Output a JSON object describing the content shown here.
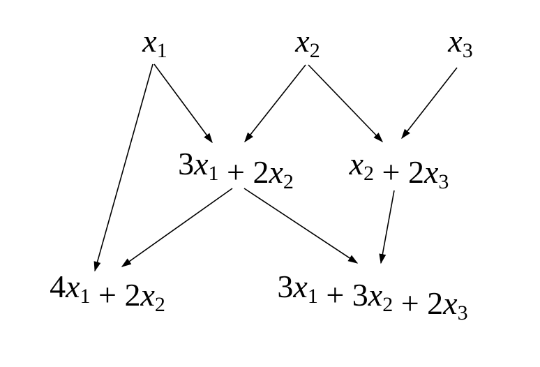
{
  "nodes": [
    {
      "id": "x1",
      "terms": [
        {
          "coef": "",
          "var": "x",
          "sub": "1"
        }
      ]
    },
    {
      "id": "x2",
      "terms": [
        {
          "coef": "",
          "var": "x",
          "sub": "2"
        }
      ]
    },
    {
      "id": "x3",
      "terms": [
        {
          "coef": "",
          "var": "x",
          "sub": "3"
        }
      ]
    },
    {
      "id": "n_3x1_2x2",
      "terms": [
        {
          "coef": "3",
          "var": "x",
          "sub": "1"
        },
        {
          "coef": "2",
          "var": "x",
          "sub": "2"
        }
      ]
    },
    {
      "id": "n_x2_2x3",
      "terms": [
        {
          "coef": "",
          "var": "x",
          "sub": "2"
        },
        {
          "coef": "2",
          "var": "x",
          "sub": "3"
        }
      ]
    },
    {
      "id": "n_4x1_2x2",
      "terms": [
        {
          "coef": "4",
          "var": "x",
          "sub": "1"
        },
        {
          "coef": "2",
          "var": "x",
          "sub": "2"
        }
      ]
    },
    {
      "id": "n_3x1_3x2_2x3",
      "terms": [
        {
          "coef": "3",
          "var": "x",
          "sub": "1"
        },
        {
          "coef": "3",
          "var": "x",
          "sub": "2"
        },
        {
          "coef": "2",
          "var": "x",
          "sub": "3"
        }
      ]
    }
  ],
  "operator": "+",
  "edges": [
    {
      "from": "x1",
      "to": "n_3x1_2x2"
    },
    {
      "from": "x1",
      "to": "n_4x1_2x2"
    },
    {
      "from": "x2",
      "to": "n_3x1_2x2"
    },
    {
      "from": "x2",
      "to": "n_x2_2x3"
    },
    {
      "from": "x3",
      "to": "n_x2_2x3"
    },
    {
      "from": "n_3x1_2x2",
      "to": "n_4x1_2x2"
    },
    {
      "from": "n_3x1_2x2",
      "to": "n_3x1_3x2_2x3"
    },
    {
      "from": "n_x2_2x3",
      "to": "n_3x1_3x2_2x3"
    }
  ],
  "colors": {
    "stroke": "#000000",
    "text": "#000000",
    "background": "#ffffff"
  }
}
